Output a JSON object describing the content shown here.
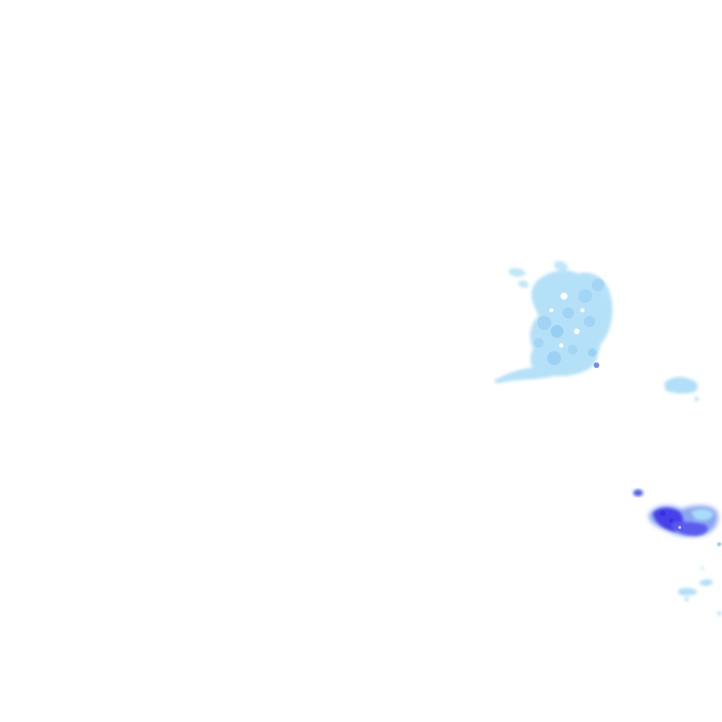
{
  "map": {
    "type": "precipitation-radar-tile",
    "background": "#ffffff",
    "intensity_colors": {
      "light": "#a9dcf7",
      "light_alt": "#9fd3f4",
      "moderate": "#6f86f0",
      "heavy": "#4640e8"
    },
    "echo_areas": [
      {
        "name": "northern-rain-cell",
        "intensity": "light"
      },
      {
        "name": "eastern-small-echo",
        "intensity": "light"
      },
      {
        "name": "southeastern-storm-cell",
        "intensity": "heavy"
      },
      {
        "name": "southeastern-isolated-echo",
        "intensity": "moderate"
      },
      {
        "name": "southern-light-fragments",
        "intensity": "light"
      }
    ]
  }
}
